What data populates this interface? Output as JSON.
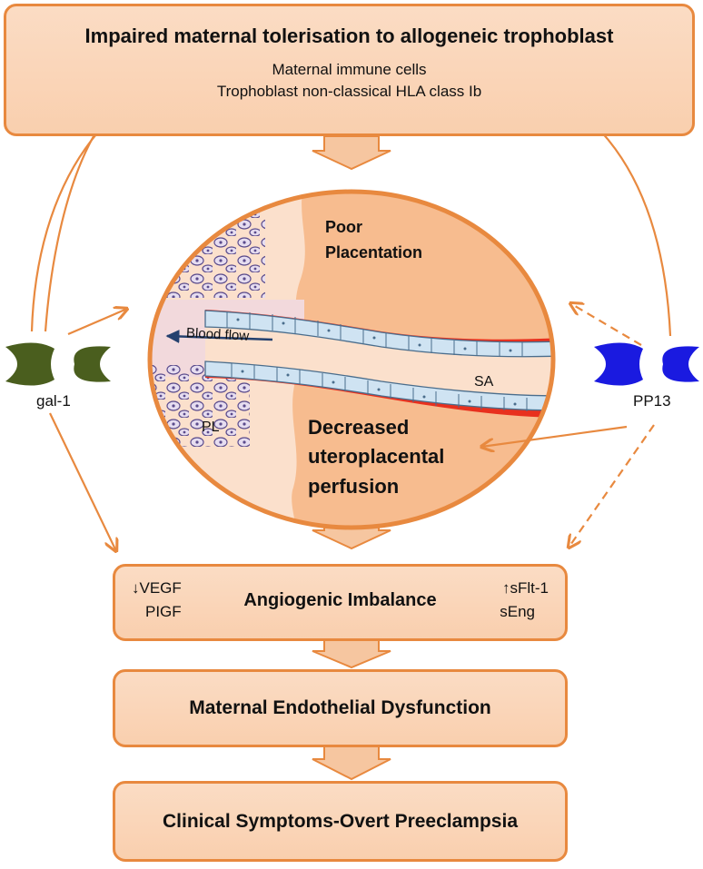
{
  "top_box": {
    "title": "Impaired maternal tolerisation to allogeneic trophoblast",
    "line1": "Maternal immune cells",
    "line2": "Trophoblast non-classical HLA class Ib"
  },
  "placenta": {
    "poor_placentation_1": "Poor",
    "poor_placentation_2": "Placentation",
    "blood_flow": "Blood flow",
    "sa": "SA",
    "pl": "PL",
    "decreased_1": "Decreased",
    "decreased_2": "uteroplacental",
    "decreased_3": "perfusion"
  },
  "left_factor": {
    "label": "gal-1",
    "color": "#4A5E1E"
  },
  "right_factor": {
    "label": "PP13",
    "color": "#1A1AE0"
  },
  "angiogenic_box": {
    "title": "Angiogenic Imbalance",
    "left_line1": "↓VEGF",
    "left_line2": "PIGF",
    "right_line1": "↑sFlt-1",
    "right_line2": "sEng"
  },
  "endothelial_box": {
    "title": "Maternal Endothelial Dysfunction"
  },
  "clinical_box": {
    "title": "Clinical Symptoms-Overt Preeclampsia"
  },
  "colors": {
    "arrow": "#E8893F",
    "box_fill": "#FBDCC4",
    "vessel_red": "#E8301E",
    "vessel_blue": "#CFE3F2",
    "flow_arrow": "#24406E"
  }
}
